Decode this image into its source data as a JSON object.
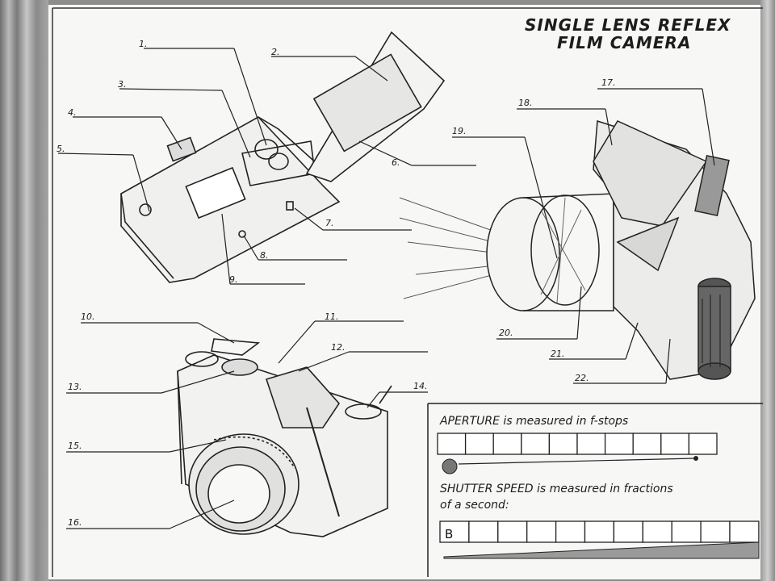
{
  "title": {
    "line1": "SINGLE LENS REFLEX",
    "line2": "FILM CAMERA"
  },
  "callouts": [
    "1.",
    "2.",
    "3.",
    "4.",
    "5.",
    "6.",
    "7.",
    "8.",
    "9.",
    "10.",
    "11.",
    "12.",
    "13.",
    "14.",
    "15.",
    "16.",
    "17.",
    "18.",
    "19.",
    "20.",
    "21.",
    "22."
  ],
  "aperture": {
    "caption": "APERTURE is measured in f-stops",
    "boxes": 10
  },
  "shutter": {
    "caption_line1": "SHUTTER SPEED is measured in fractions",
    "caption_line2": "of a second:",
    "first_box": "B",
    "boxes": 11
  }
}
